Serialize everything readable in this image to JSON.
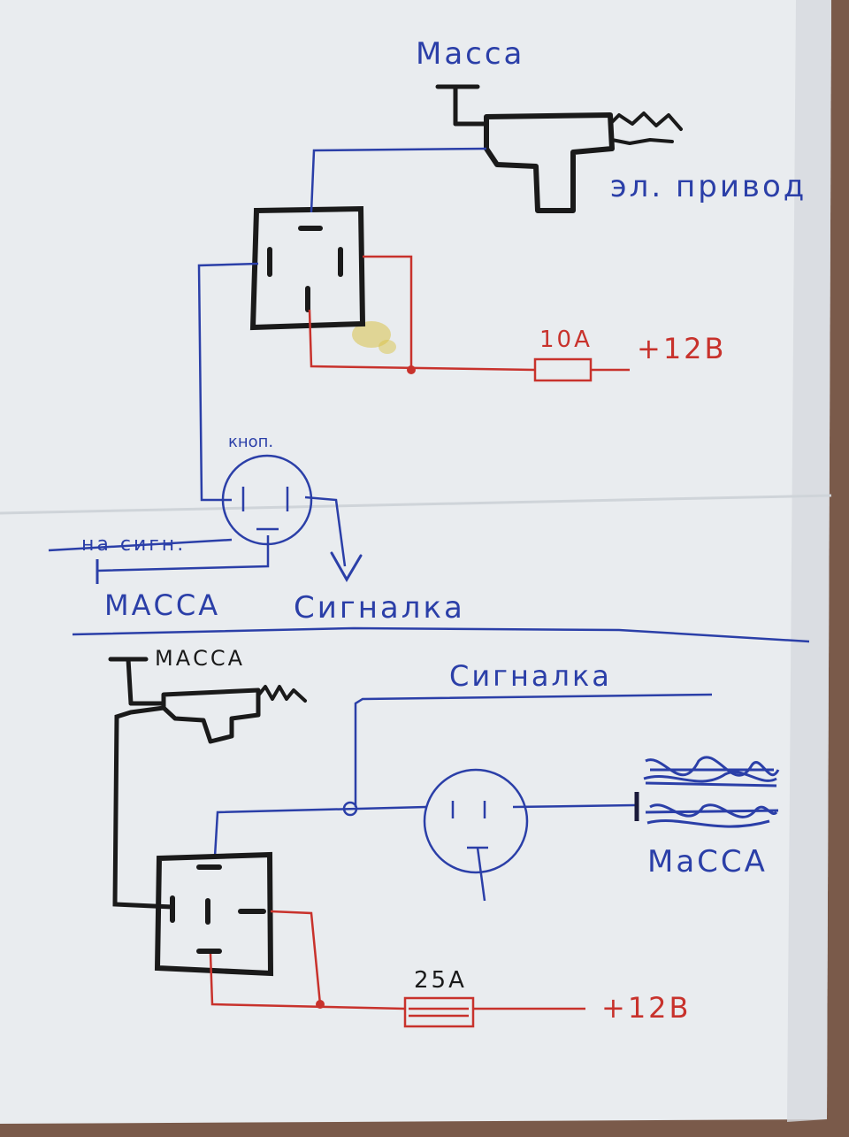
{
  "colors": {
    "paper": "#e9ecef",
    "paper_shadow": "#d6dadf",
    "table": "#7a5a4a",
    "ink_black": "#1a1a1a",
    "ink_blue": "#2b3fa8",
    "ink_red": "#c8322c",
    "stain": "#d9c34a"
  },
  "top": {
    "ground_label": "Масса",
    "actuator_label": "эл. привод",
    "fuse_label": "10А",
    "supply_label": "+12В",
    "button_label": "кноп.",
    "crossed_label": "на сигн.",
    "ground_label_bottom": "МАССА",
    "alarm_label": "Сигналка"
  },
  "bottom": {
    "ground_label": "МАССА",
    "alarm_label": "Сигналка",
    "ground_label_right": "МаССА",
    "fuse_label": "25А",
    "supply_label": "+12В"
  }
}
